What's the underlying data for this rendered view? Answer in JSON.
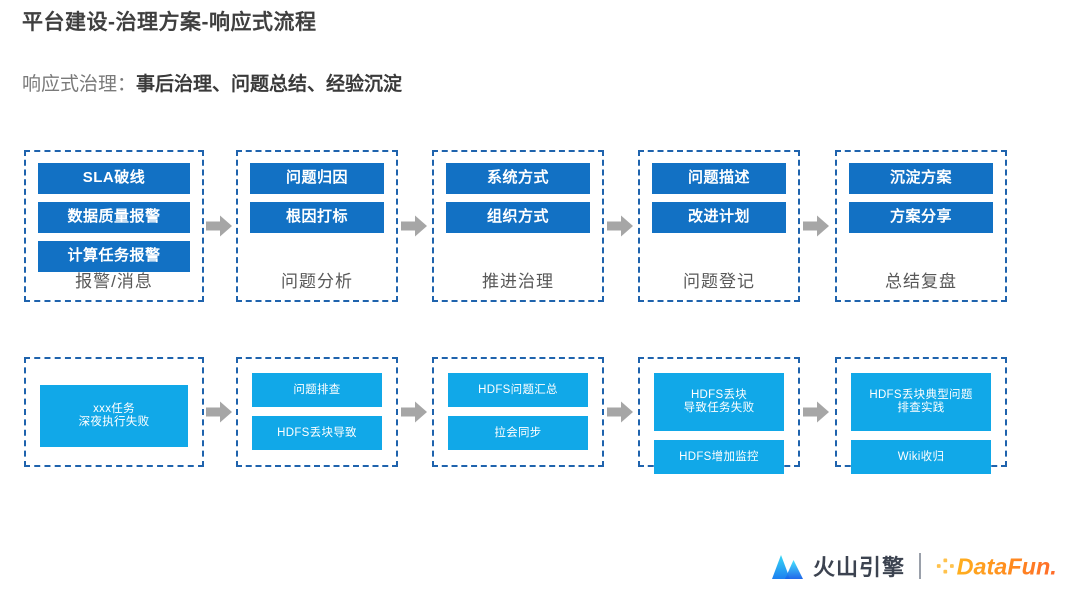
{
  "header": {
    "title": "平台建设-治理方案-响应式流程",
    "subtitle_lead": "响应式治理：",
    "subtitle_strong": "事后治理、问题总结、经验沉淀"
  },
  "colors": {
    "stage_border": "#1f63ad",
    "chip_top": "#1271c4",
    "chip_bottom": "#11a8e8",
    "arrow": "#a6a6a6",
    "label_text": "#585858",
    "title_text": "#3f3f3f"
  },
  "flow_top": {
    "stages": [
      {
        "label": "报警/消息",
        "chips": [
          "SLA破线",
          "数据质量报警",
          "计算任务报警"
        ]
      },
      {
        "label": "问题分析",
        "chips": [
          "问题归因",
          "根因打标"
        ]
      },
      {
        "label": "推进治理",
        "chips": [
          "系统方式",
          "组织方式"
        ]
      },
      {
        "label": "问题登记",
        "chips": [
          "问题描述",
          "改进计划"
        ]
      },
      {
        "label": "总结复盘",
        "chips": [
          "沉淀方案",
          "方案分享"
        ]
      }
    ]
  },
  "flow_bottom": {
    "stages": [
      {
        "chips": [
          "xxx任务\n深夜执行失败"
        ]
      },
      {
        "chips": [
          "问题排查",
          "HDFS丢块导致"
        ]
      },
      {
        "chips": [
          "HDFS问题汇总",
          "拉会同步"
        ]
      },
      {
        "chips": [
          "HDFS丢块\n导致任务失败",
          "HDFS增加监控"
        ]
      },
      {
        "chips": [
          "HDFS丢块典型问题\n排查实践",
          "Wiki收归"
        ]
      }
    ]
  },
  "footer": {
    "volcano_text": "火山引擎",
    "datafun_text": "DataFun."
  }
}
